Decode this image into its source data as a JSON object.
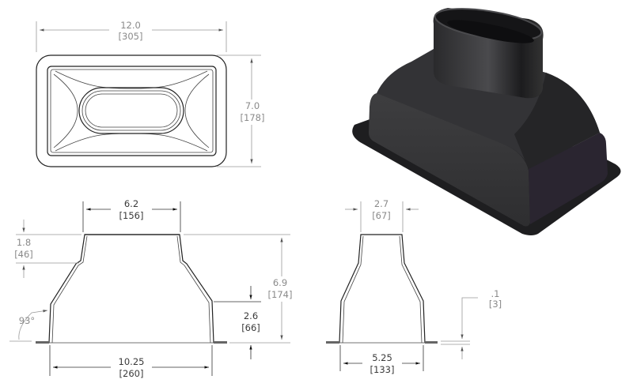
{
  "drawing": {
    "top_view": {
      "width_in": "12.0",
      "width_mm": "[305]",
      "height_in": "7.0",
      "height_mm": "[178]"
    },
    "front_section": {
      "top_width_in": "6.2",
      "top_width_mm": "[156]",
      "collar_height_in": "1.8",
      "collar_height_mm": "[46]",
      "total_height_in": "6.9",
      "total_height_mm": "[174]",
      "base_height_in": "2.6",
      "base_height_mm": "[66]",
      "angle": "93°",
      "bottom_width_in": "10.25",
      "bottom_width_mm": "[260]"
    },
    "side_section": {
      "top_width_in": "2.7",
      "top_width_mm": "[67]",
      "flange_thickness_in": ".1",
      "flange_thickness_mm": "[3]",
      "bottom_width_in": "5.25",
      "bottom_width_mm": "[133]"
    },
    "iso_view": {
      "body_color": "#2f2f31",
      "top_color": "#3a3a3c",
      "side_color": "#2a2530",
      "flange_color": "#1e1e20"
    }
  }
}
